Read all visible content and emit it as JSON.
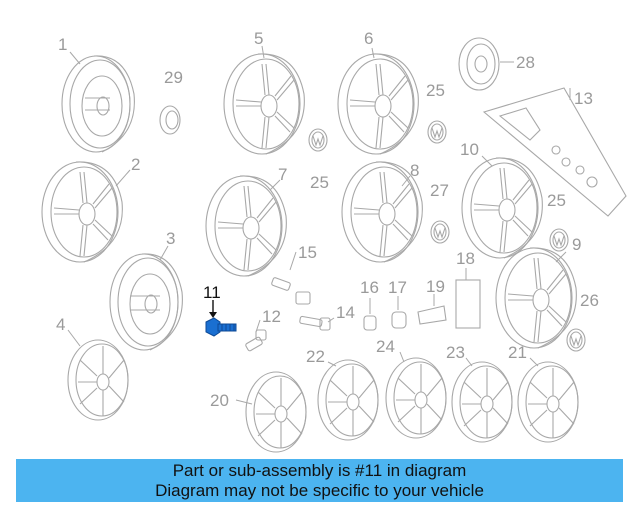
{
  "highlight_color": "#1a6fd1",
  "banner_color": "#4cb4f0",
  "banner": {
    "line1": "Part or sub-assembly is #11 in diagram",
    "line2": "Diagram may not be specific to your vehicle"
  },
  "callouts": {
    "c1": "1",
    "c2": "2",
    "c3": "3",
    "c4": "4",
    "c5": "5",
    "c6": "6",
    "c7": "7",
    "c8": "8",
    "c9": "9",
    "c10": "10",
    "c11": "11",
    "c12": "12",
    "c13": "13",
    "c14": "14",
    "c15": "15",
    "c16": "16",
    "c17": "17",
    "c18": "18",
    "c19": "19",
    "c20": "20",
    "c21": "21",
    "c22": "22",
    "c23": "23",
    "c24": "24",
    "c25a": "25",
    "c25b": "25",
    "c25c": "25",
    "c26": "26",
    "c27": "27",
    "c28": "28",
    "c29": "29"
  }
}
